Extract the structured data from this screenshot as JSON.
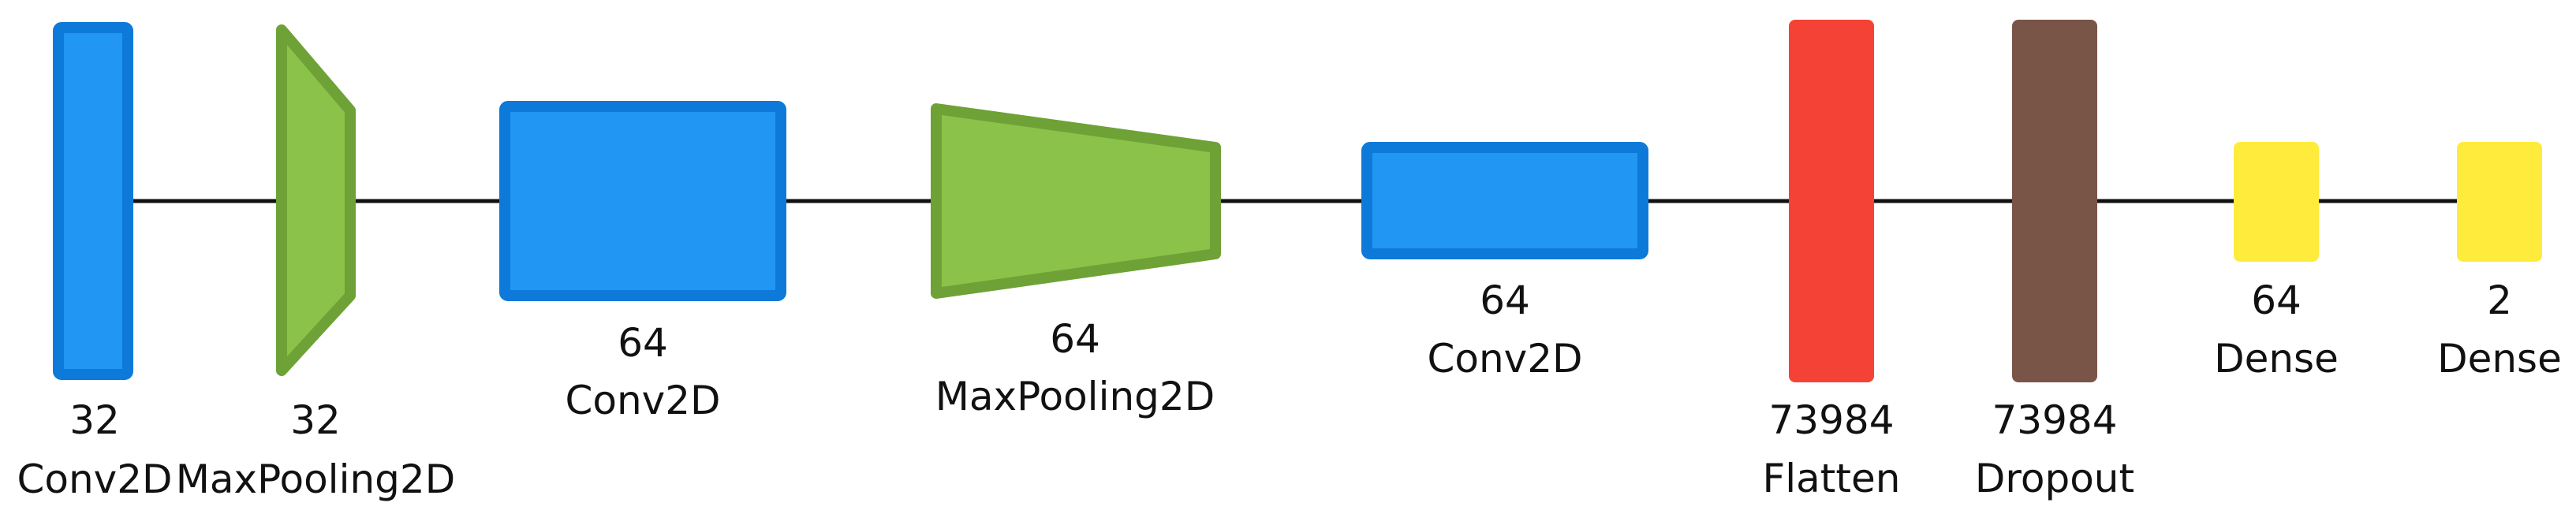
{
  "colors": {
    "background": "#ffffff",
    "connector": "#111111",
    "conv_fill": "#2196f3",
    "conv_stroke": "#0d7ad9",
    "pool_fill": "#8bc34a",
    "pool_stroke": "#6ea236",
    "flatten_fill": "#f44336",
    "dropout_fill": "#795548",
    "dense_fill": "#ffeb3b"
  },
  "layers": [
    {
      "id": "conv2d-1",
      "kind": "conv",
      "size": "32",
      "type": "Conv2D"
    },
    {
      "id": "maxpool-1",
      "kind": "pool",
      "size": "32",
      "type": "MaxPooling2D"
    },
    {
      "id": "conv2d-2",
      "kind": "conv",
      "size": "64",
      "type": "Conv2D"
    },
    {
      "id": "maxpool-2",
      "kind": "pool",
      "size": "64",
      "type": "MaxPooling2D"
    },
    {
      "id": "conv2d-3",
      "kind": "conv",
      "size": "64",
      "type": "Conv2D"
    },
    {
      "id": "flatten",
      "kind": "flatten",
      "size": "73984",
      "type": "Flatten"
    },
    {
      "id": "dropout",
      "kind": "dropout",
      "size": "73984",
      "type": "Dropout"
    },
    {
      "id": "dense-1",
      "kind": "dense",
      "size": "64",
      "type": "Dense"
    },
    {
      "id": "dense-2",
      "kind": "dense",
      "size": "2",
      "type": "Dense"
    }
  ]
}
